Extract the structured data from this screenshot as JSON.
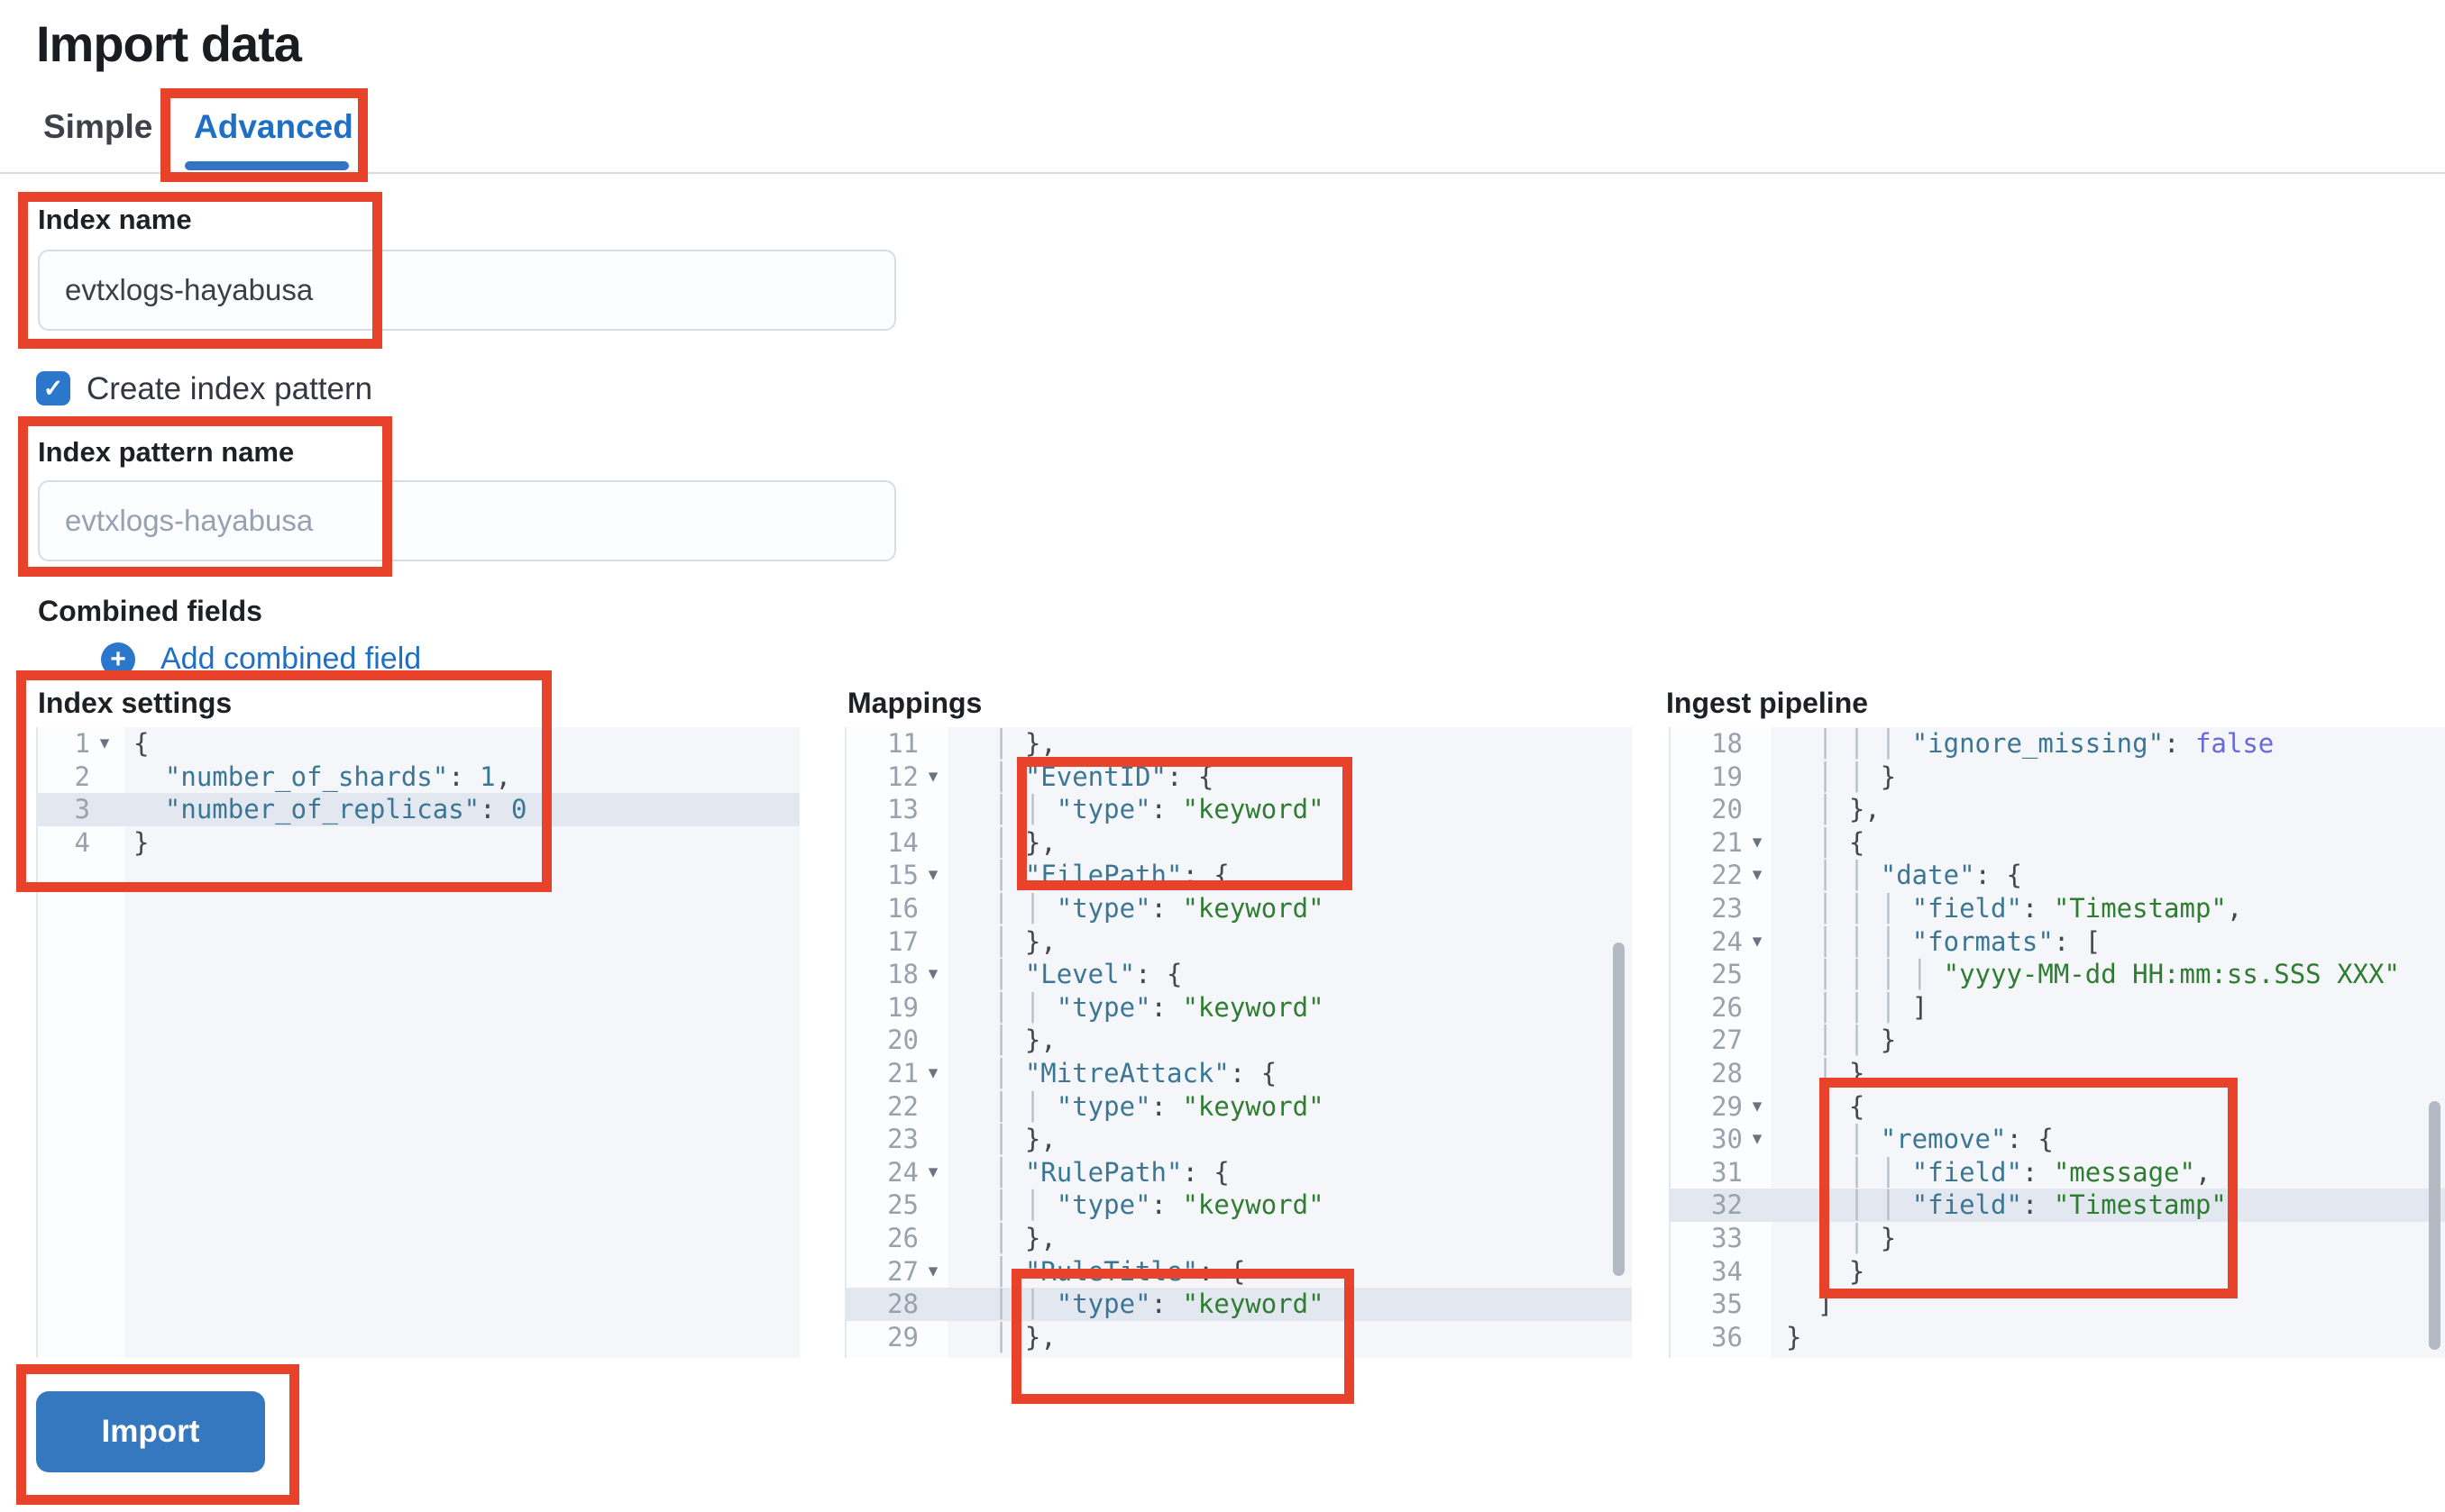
{
  "colors": {
    "accent_blue": "#1f6fc6",
    "control_blue": "#2b77cc",
    "button_blue": "#3578c0",
    "tab_underline": "#3474c6",
    "annotation_red": "#e8432a",
    "code_key": "#3b7795",
    "code_string": "#2e7d32",
    "code_boolean": "#6a68dd",
    "active_line": "#e3e8f0"
  },
  "header": {
    "title": "Import data"
  },
  "tabs": [
    {
      "id": "simple",
      "label": "Simple",
      "active": false
    },
    {
      "id": "advanced",
      "label": "Advanced",
      "active": true
    }
  ],
  "form": {
    "index_name": {
      "label": "Index name",
      "value": "evtxlogs-hayabusa"
    },
    "create_index_pattern": {
      "label": "Create index pattern",
      "checked": true
    },
    "index_pattern_name": {
      "label": "Index pattern name",
      "placeholder": "evtxlogs-hayabusa"
    },
    "combined_fields": {
      "label": "Combined fields",
      "add_link_label": "Add combined field"
    }
  },
  "editors": [
    {
      "id": "index-settings",
      "label": "Index settings",
      "lines": [
        {
          "n": "1",
          "fold": true,
          "active": false,
          "seg": [
            [
              "p",
              "{"
            ]
          ]
        },
        {
          "n": "2",
          "fold": false,
          "active": false,
          "seg": [
            [
              "w",
              "  "
            ],
            [
              "k",
              "\"number_of_shards\""
            ],
            [
              "p",
              ": "
            ],
            [
              "n",
              "1"
            ],
            [
              "p",
              ","
            ]
          ]
        },
        {
          "n": "3",
          "fold": false,
          "active": true,
          "seg": [
            [
              "w",
              "  "
            ],
            [
              "k",
              "\"number_of_replicas\""
            ],
            [
              "p",
              ": "
            ],
            [
              "n",
              "0"
            ]
          ]
        },
        {
          "n": "4",
          "fold": false,
          "active": false,
          "seg": [
            [
              "p",
              "}"
            ]
          ]
        }
      ]
    },
    {
      "id": "mappings",
      "label": "Mappings",
      "lines": [
        {
          "n": "11",
          "fold": false,
          "active": false,
          "seg": [
            [
              "g",
              "  │ "
            ],
            [
              "p",
              "},"
            ]
          ]
        },
        {
          "n": "12",
          "fold": true,
          "active": false,
          "seg": [
            [
              "g",
              "  │ "
            ],
            [
              "k",
              "\"EventID\""
            ],
            [
              "p",
              ": {"
            ]
          ]
        },
        {
          "n": "13",
          "fold": false,
          "active": false,
          "seg": [
            [
              "g",
              "  │ │ "
            ],
            [
              "k",
              "\"type\""
            ],
            [
              "p",
              ": "
            ],
            [
              "s",
              "\"keyword\""
            ]
          ]
        },
        {
          "n": "14",
          "fold": false,
          "active": false,
          "seg": [
            [
              "g",
              "  │ "
            ],
            [
              "p",
              "},"
            ]
          ]
        },
        {
          "n": "15",
          "fold": true,
          "active": false,
          "seg": [
            [
              "g",
              "  │ "
            ],
            [
              "k",
              "\"FilePath\""
            ],
            [
              "p",
              ": {"
            ]
          ]
        },
        {
          "n": "16",
          "fold": false,
          "active": false,
          "seg": [
            [
              "g",
              "  │ │ "
            ],
            [
              "k",
              "\"type\""
            ],
            [
              "p",
              ": "
            ],
            [
              "s",
              "\"keyword\""
            ]
          ]
        },
        {
          "n": "17",
          "fold": false,
          "active": false,
          "seg": [
            [
              "g",
              "  │ "
            ],
            [
              "p",
              "},"
            ]
          ]
        },
        {
          "n": "18",
          "fold": true,
          "active": false,
          "seg": [
            [
              "g",
              "  │ "
            ],
            [
              "k",
              "\"Level\""
            ],
            [
              "p",
              ": {"
            ]
          ]
        },
        {
          "n": "19",
          "fold": false,
          "active": false,
          "seg": [
            [
              "g",
              "  │ │ "
            ],
            [
              "k",
              "\"type\""
            ],
            [
              "p",
              ": "
            ],
            [
              "s",
              "\"keyword\""
            ]
          ]
        },
        {
          "n": "20",
          "fold": false,
          "active": false,
          "seg": [
            [
              "g",
              "  │ "
            ],
            [
              "p",
              "},"
            ]
          ]
        },
        {
          "n": "21",
          "fold": true,
          "active": false,
          "seg": [
            [
              "g",
              "  │ "
            ],
            [
              "k",
              "\"MitreAttack\""
            ],
            [
              "p",
              ": {"
            ]
          ]
        },
        {
          "n": "22",
          "fold": false,
          "active": false,
          "seg": [
            [
              "g",
              "  │ │ "
            ],
            [
              "k",
              "\"type\""
            ],
            [
              "p",
              ": "
            ],
            [
              "s",
              "\"keyword\""
            ]
          ]
        },
        {
          "n": "23",
          "fold": false,
          "active": false,
          "seg": [
            [
              "g",
              "  │ "
            ],
            [
              "p",
              "},"
            ]
          ]
        },
        {
          "n": "24",
          "fold": true,
          "active": false,
          "seg": [
            [
              "g",
              "  │ "
            ],
            [
              "k",
              "\"RulePath\""
            ],
            [
              "p",
              ": {"
            ]
          ]
        },
        {
          "n": "25",
          "fold": false,
          "active": false,
          "seg": [
            [
              "g",
              "  │ │ "
            ],
            [
              "k",
              "\"type\""
            ],
            [
              "p",
              ": "
            ],
            [
              "s",
              "\"keyword\""
            ]
          ]
        },
        {
          "n": "26",
          "fold": false,
          "active": false,
          "seg": [
            [
              "g",
              "  │ "
            ],
            [
              "p",
              "},"
            ]
          ]
        },
        {
          "n": "27",
          "fold": true,
          "active": false,
          "seg": [
            [
              "g",
              "  │ "
            ],
            [
              "k",
              "\"RuleTitle\""
            ],
            [
              "p",
              ": {"
            ]
          ]
        },
        {
          "n": "28",
          "fold": false,
          "active": true,
          "seg": [
            [
              "g",
              "  │ │ "
            ],
            [
              "k",
              "\"type\""
            ],
            [
              "p",
              ": "
            ],
            [
              "s",
              "\"keyword\""
            ]
          ]
        },
        {
          "n": "29",
          "fold": false,
          "active": false,
          "seg": [
            [
              "g",
              "  │ "
            ],
            [
              "p",
              "},"
            ]
          ]
        }
      ]
    },
    {
      "id": "ingest-pipeline",
      "label": "Ingest pipeline",
      "lines": [
        {
          "n": "18",
          "fold": false,
          "active": false,
          "seg": [
            [
              "g",
              "  │ │ │ "
            ],
            [
              "k",
              "\"ignore_missing\""
            ],
            [
              "p",
              ": "
            ],
            [
              "b",
              "false"
            ]
          ]
        },
        {
          "n": "19",
          "fold": false,
          "active": false,
          "seg": [
            [
              "g",
              "  │ │ "
            ],
            [
              "p",
              "}"
            ]
          ]
        },
        {
          "n": "20",
          "fold": false,
          "active": false,
          "seg": [
            [
              "g",
              "  │ "
            ],
            [
              "p",
              "},"
            ]
          ]
        },
        {
          "n": "21",
          "fold": true,
          "active": false,
          "seg": [
            [
              "g",
              "  │ "
            ],
            [
              "p",
              "{"
            ]
          ]
        },
        {
          "n": "22",
          "fold": true,
          "active": false,
          "seg": [
            [
              "g",
              "  │ │ "
            ],
            [
              "k",
              "\"date\""
            ],
            [
              "p",
              ": {"
            ]
          ]
        },
        {
          "n": "23",
          "fold": false,
          "active": false,
          "seg": [
            [
              "g",
              "  │ │ │ "
            ],
            [
              "k",
              "\"field\""
            ],
            [
              "p",
              ": "
            ],
            [
              "s",
              "\"Timestamp\""
            ],
            [
              "p",
              ","
            ]
          ]
        },
        {
          "n": "24",
          "fold": true,
          "active": false,
          "seg": [
            [
              "g",
              "  │ │ │ "
            ],
            [
              "k",
              "\"formats\""
            ],
            [
              "p",
              ": ["
            ]
          ]
        },
        {
          "n": "25",
          "fold": false,
          "active": false,
          "seg": [
            [
              "g",
              "  │ │ │ │ "
            ],
            [
              "s",
              "\"yyyy-MM-dd HH:mm:ss.SSS XXX\""
            ]
          ]
        },
        {
          "n": "26",
          "fold": false,
          "active": false,
          "seg": [
            [
              "g",
              "  │ │ │ "
            ],
            [
              "p",
              "]"
            ]
          ]
        },
        {
          "n": "27",
          "fold": false,
          "active": false,
          "seg": [
            [
              "g",
              "  │ │ "
            ],
            [
              "p",
              "}"
            ]
          ]
        },
        {
          "n": "28",
          "fold": false,
          "active": false,
          "seg": [
            [
              "g",
              "  │ "
            ],
            [
              "p",
              "},"
            ]
          ]
        },
        {
          "n": "29",
          "fold": true,
          "active": false,
          "seg": [
            [
              "g",
              "  │ "
            ],
            [
              "p",
              "{"
            ]
          ]
        },
        {
          "n": "30",
          "fold": true,
          "active": false,
          "seg": [
            [
              "g",
              "  │ │ "
            ],
            [
              "k",
              "\"remove\""
            ],
            [
              "p",
              ": {"
            ]
          ]
        },
        {
          "n": "31",
          "fold": false,
          "active": false,
          "seg": [
            [
              "g",
              "  │ │ │ "
            ],
            [
              "k",
              "\"field\""
            ],
            [
              "p",
              ": "
            ],
            [
              "s",
              "\"message\""
            ],
            [
              "p",
              ","
            ]
          ]
        },
        {
          "n": "32",
          "fold": false,
          "active": true,
          "seg": [
            [
              "g",
              "  │ │ │ "
            ],
            [
              "k",
              "\"field\""
            ],
            [
              "p",
              ": "
            ],
            [
              "s",
              "\"Timestamp\""
            ]
          ]
        },
        {
          "n": "33",
          "fold": false,
          "active": false,
          "seg": [
            [
              "g",
              "  │ │ "
            ],
            [
              "p",
              "}"
            ]
          ]
        },
        {
          "n": "34",
          "fold": false,
          "active": false,
          "seg": [
            [
              "g",
              "  │ "
            ],
            [
              "p",
              "}"
            ]
          ]
        },
        {
          "n": "35",
          "fold": false,
          "active": false,
          "seg": [
            [
              "w",
              "  "
            ],
            [
              "p",
              "]"
            ]
          ]
        },
        {
          "n": "36",
          "fold": false,
          "active": false,
          "seg": [
            [
              "p",
              "}"
            ]
          ]
        }
      ]
    }
  ],
  "actions": {
    "import_label": "Import"
  }
}
